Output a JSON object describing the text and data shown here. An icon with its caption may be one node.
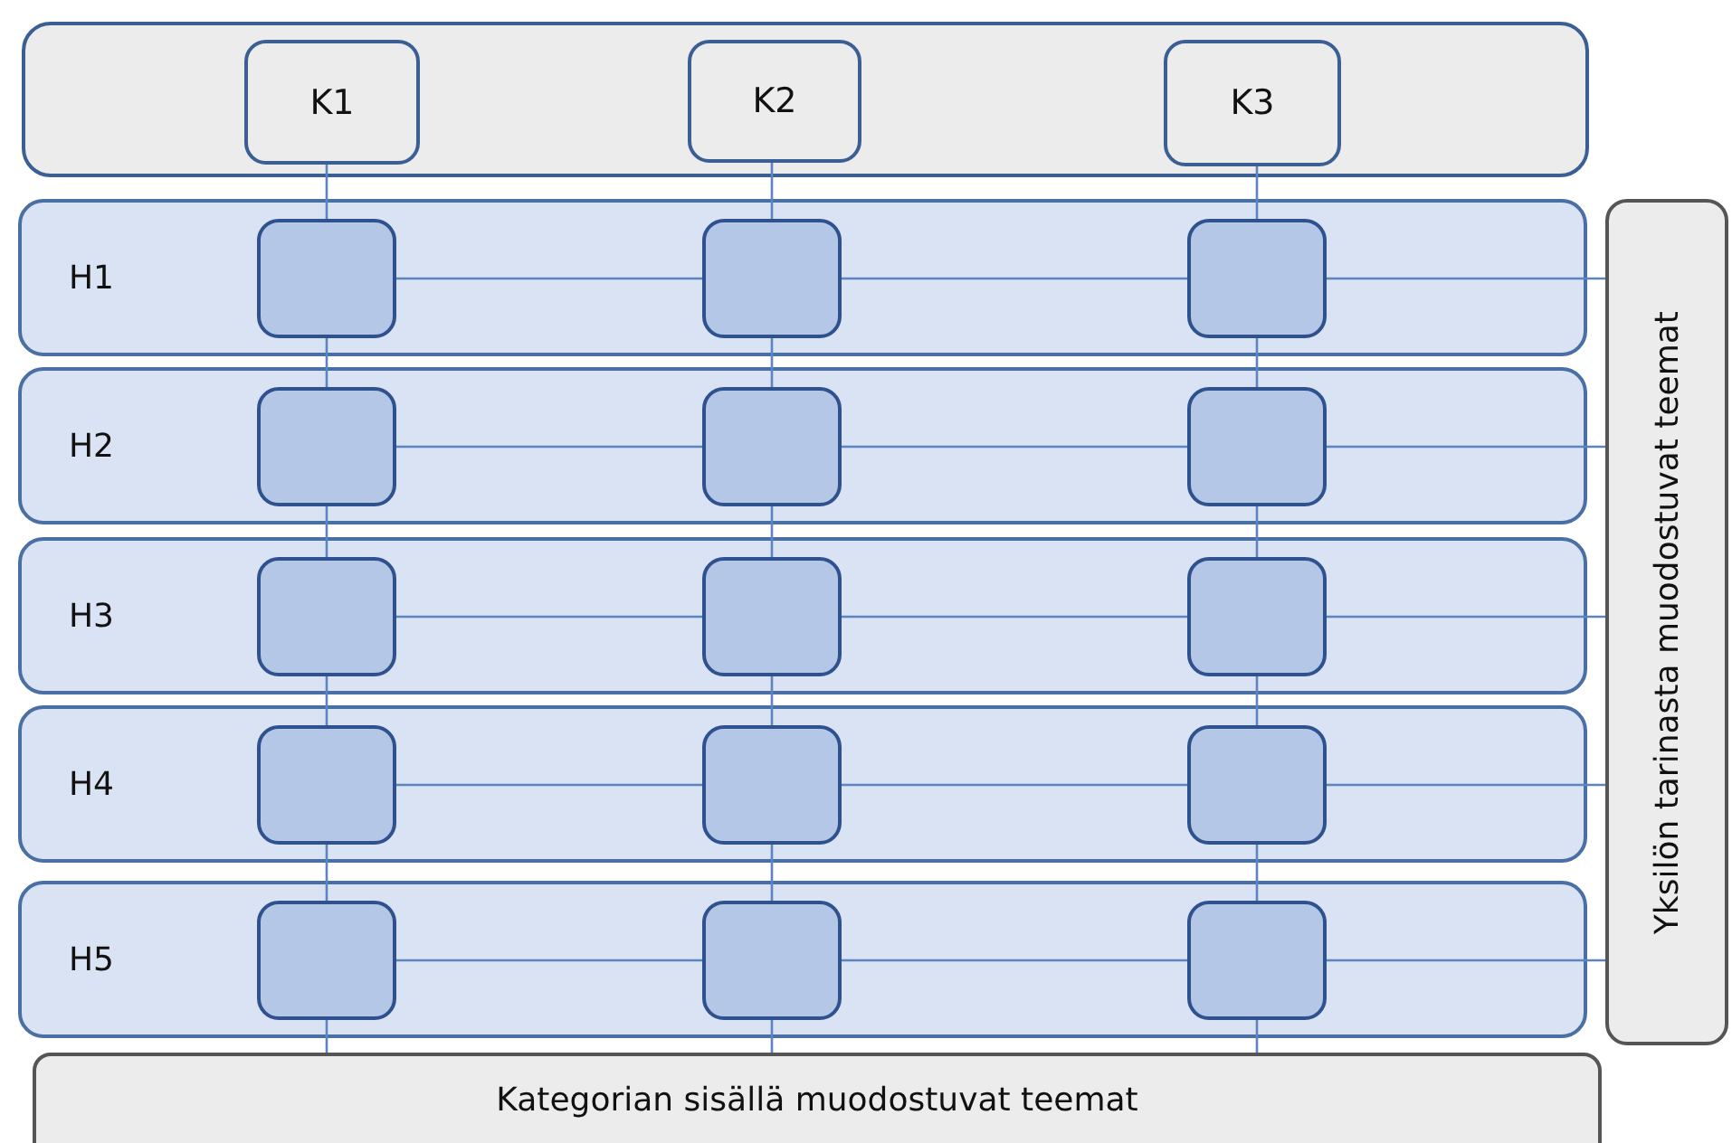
{
  "diagram": {
    "nodes": [
      {
        "text": [],
        "shape": "box"
      },
      {
        "text": [
          "K1"
        ],
        "in": 0
      },
      {
        "text": [
          "K2"
        ],
        "in": 0
      },
      {
        "text": [
          "K3"
        ],
        "in": 0
      },
      {
        "text": [
          "H1"
        ]
      },
      {
        "text": [],
        "shape": "box",
        "in": 4
      },
      {
        "text": [],
        "shape": "box",
        "in": 4
      },
      {
        "text": [],
        "shape": "box",
        "in": 4
      },
      {
        "text": [
          "H2"
        ]
      },
      {
        "text": [],
        "shape": "box",
        "in": 8
      },
      {
        "text": [],
        "shape": "box",
        "in": 8
      },
      {
        "text": [],
        "shape": "box",
        "in": 8
      },
      {
        "text": [
          "H3"
        ]
      },
      {
        "text": [],
        "shape": "box",
        "in": 12
      },
      {
        "text": [],
        "shape": "box",
        "in": 12
      },
      {
        "text": [],
        "shape": "box",
        "in": 12
      },
      {
        "text": [
          "H4"
        ]
      },
      {
        "text": [],
        "shape": "box",
        "in": 16
      },
      {
        "text": [],
        "shape": "box",
        "in": 16
      },
      {
        "text": [],
        "shape": "box",
        "in": 16
      },
      {
        "text": [
          "H5"
        ]
      },
      {
        "text": [],
        "shape": "box",
        "in": 20
      },
      {
        "text": [],
        "shape": "box",
        "in": 20
      },
      {
        "text": [],
        "shape": "box",
        "in": 20
      },
      {
        "text": [
          "Yksilön tarinasta muodostuvat teemat"
        ]
      },
      {
        "text": [
          "Kategorian sisällä muodostuvat teemat"
        ]
      }
    ],
    "edges": [
      {
        "from": 1,
        "to": 5,
        "arrow": "none"
      },
      {
        "from": 5,
        "to": 9,
        "arrow": "none"
      },
      {
        "from": 9,
        "to": 13,
        "arrow": "none"
      },
      {
        "from": 13,
        "to": 17,
        "arrow": "none"
      },
      {
        "from": 17,
        "to": 21,
        "arrow": "none"
      },
      {
        "from": 21,
        "to": 25,
        "arrow": "none"
      },
      {
        "from": 2,
        "to": 6,
        "arrow": "none"
      },
      {
        "from": 6,
        "to": 10,
        "arrow": "none"
      },
      {
        "from": 10,
        "to": 14,
        "arrow": "none"
      },
      {
        "from": 14,
        "to": 18,
        "arrow": "none"
      },
      {
        "from": 18,
        "to": 22,
        "arrow": "none"
      },
      {
        "from": 22,
        "to": 25,
        "arrow": "none"
      },
      {
        "from": 3,
        "to": 7,
        "arrow": "none"
      },
      {
        "from": 7,
        "to": 11,
        "arrow": "none"
      },
      {
        "from": 11,
        "to": 15,
        "arrow": "none"
      },
      {
        "from": 15,
        "to": 19,
        "arrow": "none"
      },
      {
        "from": 19,
        "to": 23,
        "arrow": "none"
      },
      {
        "from": 23,
        "to": 25,
        "arrow": "none"
      },
      {
        "from": 5,
        "to": 6,
        "arrow": "none"
      },
      {
        "from": 6,
        "to": 7,
        "arrow": "none"
      },
      {
        "from": 7,
        "to": 24,
        "arrow": "none"
      },
      {
        "from": 9,
        "to": 10,
        "arrow": "none"
      },
      {
        "from": 10,
        "to": 11,
        "arrow": "none"
      },
      {
        "from": 11,
        "to": 24,
        "arrow": "none"
      },
      {
        "from": 13,
        "to": 14,
        "arrow": "none"
      },
      {
        "from": 14,
        "to": 15,
        "arrow": "none"
      },
      {
        "from": 15,
        "to": 24,
        "arrow": "none"
      },
      {
        "from": 17,
        "to": 18,
        "arrow": "none"
      },
      {
        "from": 18,
        "to": 19,
        "arrow": "none"
      },
      {
        "from": 19,
        "to": 24,
        "arrow": "none"
      },
      {
        "from": 21,
        "to": 22,
        "arrow": "none"
      },
      {
        "from": 22,
        "to": 23,
        "arrow": "none"
      },
      {
        "from": 23,
        "to": 24,
        "arrow": "none"
      }
    ]
  }
}
